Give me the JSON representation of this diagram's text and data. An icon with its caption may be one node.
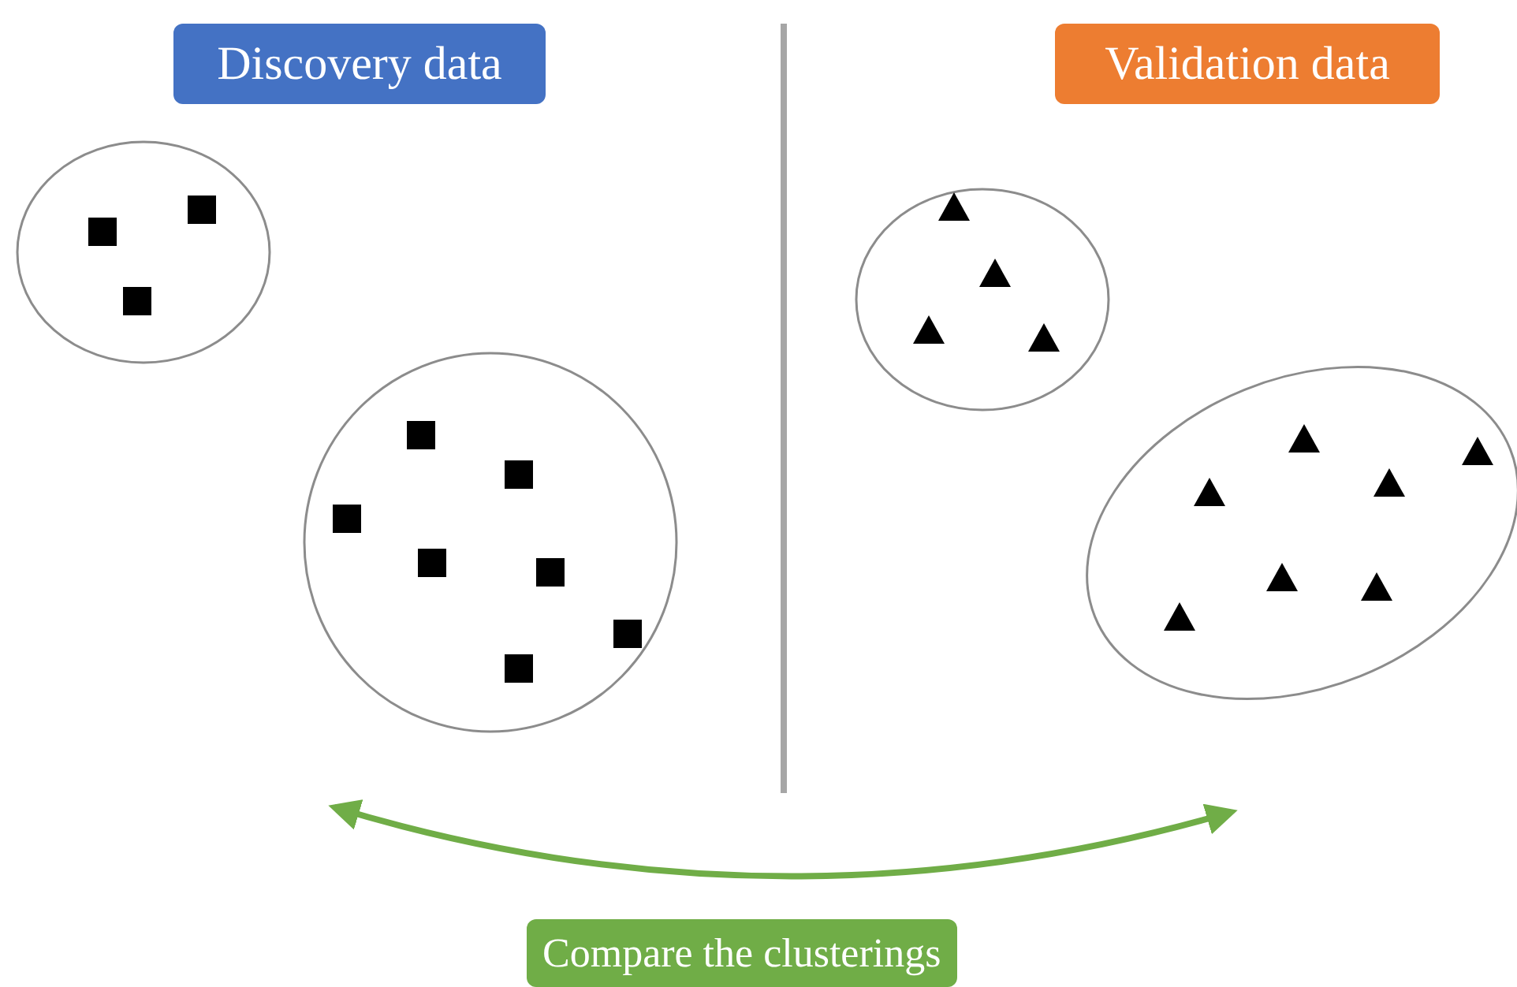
{
  "diagram": {
    "nodes": [
      {
        "text": [
          "Discovery data"
        ]
      },
      {
        "text": [
          "Validation data"
        ]
      },
      {
        "text": [
          "Compare the clusterings"
        ]
      }
    ]
  }
}
